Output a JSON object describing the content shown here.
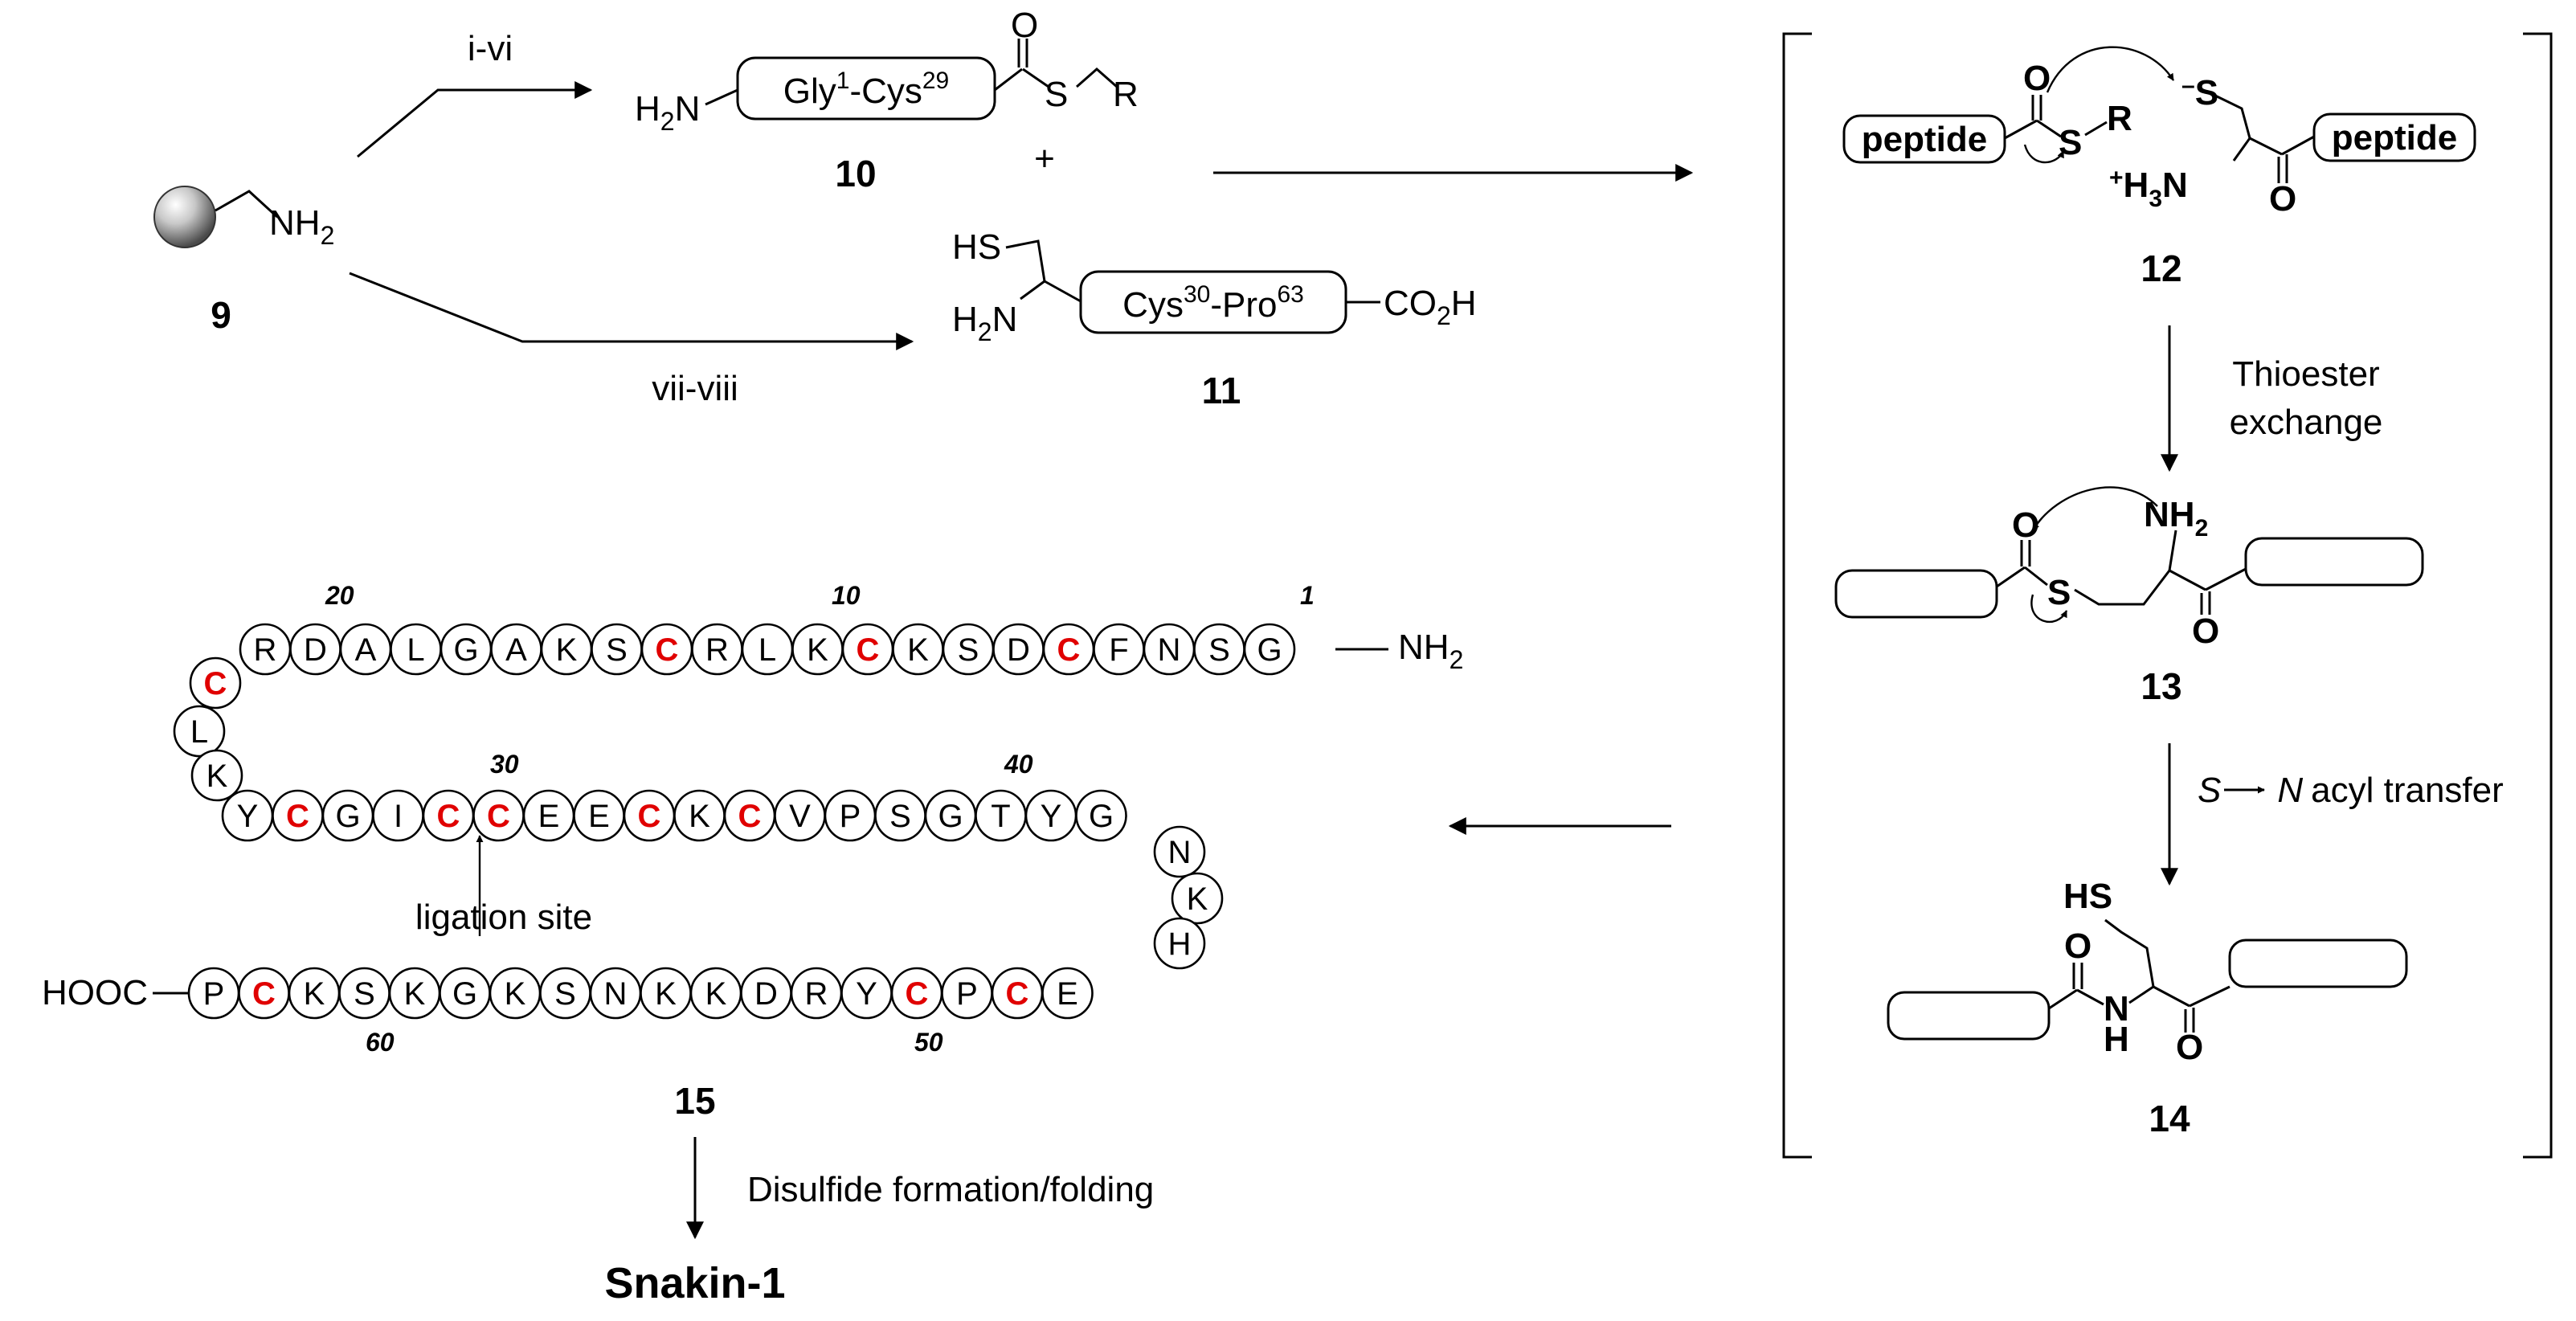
{
  "scheme": {
    "compounds": {
      "c9": "9",
      "c10": "10",
      "c11": "11",
      "c12": "12",
      "c13": "13",
      "c14": "14",
      "c15": "15",
      "final": "Snakin-1"
    },
    "reagents": {
      "to10": "i-vi",
      "to11": "vii-viii",
      "plus": "+"
    },
    "fragments": {
      "nh2": "NH",
      "h2n": "H",
      "gly_cys_a": "Gly",
      "gly_sup": "1",
      "gly_cys_b": "-Cys",
      "cys29_sup": "29",
      "cys_pro_a": "Cys",
      "cys30_sup": "30",
      "cys_pro_b": "-Pro",
      "pro63_sup": "63",
      "co2h": "CO",
      "hs": "HS",
      "s": "S",
      "r": "R",
      "o": "O",
      "n": "N",
      "h": "H",
      "peptide": "peptide",
      "h3n": "H",
      "plus_sup": "+",
      "minus_sup": "–",
      "sub2": "2",
      "sub3": "3",
      "cooh": "HOOC"
    },
    "steps": {
      "thioester_1": "Thioester",
      "thioester_2": "exchange",
      "acyl_s": "S",
      "acyl_n": "N",
      "acyl_rest": "acyl transfer",
      "folding": "Disulfide formation/folding"
    },
    "sequence": {
      "ligation_site": "ligation site",
      "positions": [
        "1",
        "10",
        "20",
        "30",
        "40",
        "50",
        "60"
      ],
      "row1": [
        "R",
        "D",
        "A",
        "L",
        "G",
        "A",
        "K",
        "S",
        "C",
        "R",
        "L",
        "K",
        "C",
        "K",
        "S",
        "D",
        "C",
        "F",
        "N",
        "S",
        "G"
      ],
      "left_turn": [
        "C",
        "L",
        "K"
      ],
      "row2": [
        "Y",
        "C",
        "G",
        "I",
        "C",
        "C",
        "E",
        "E",
        "C",
        "K",
        "C",
        "V",
        "P",
        "S",
        "G",
        "T",
        "Y",
        "G"
      ],
      "right_turn": [
        "N",
        "K",
        "H"
      ],
      "row3": [
        "P",
        "C",
        "K",
        "S",
        "K",
        "G",
        "K",
        "S",
        "N",
        "K",
        "K",
        "D",
        "R",
        "Y",
        "C",
        "P",
        "C",
        "E"
      ]
    }
  }
}
